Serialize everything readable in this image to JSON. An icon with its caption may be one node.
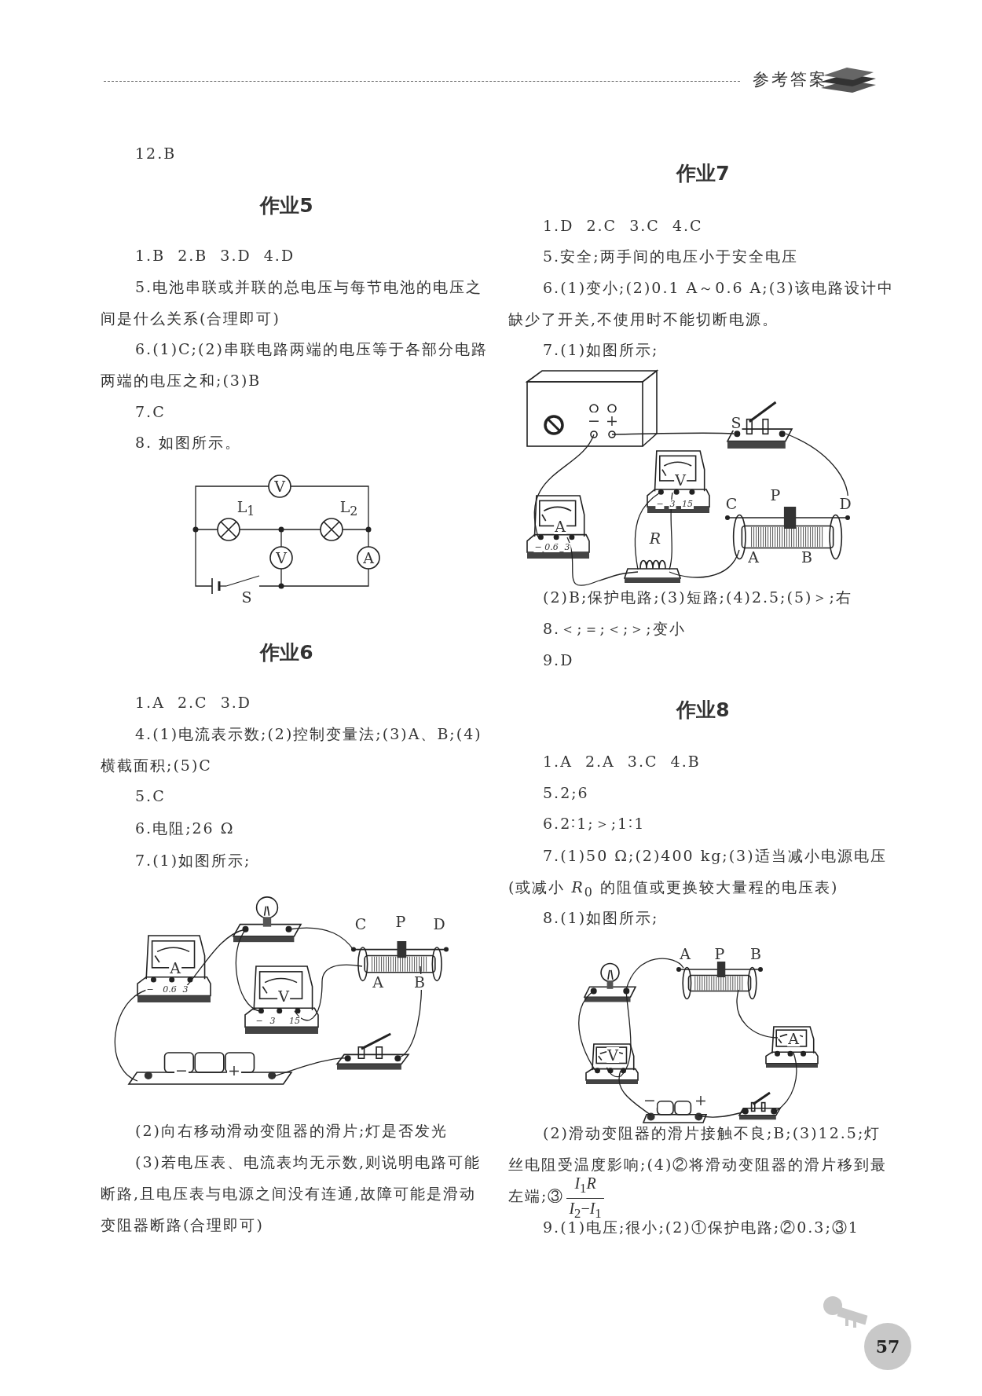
{
  "diagram": {
    "labels": [
      "参考答案",
      "12.B",
      "作业5",
      "1.B  2.B  3.D  4.D",
      "5.电池串联或并联的总电压与每节电池的电压之间是什么关系(合理即可)",
      "6.(1)C;(2)串联电路两端的电压等于各部分电路两端的电压之和;(3)B",
      "7.C",
      "8. 如图所示。",
      "V",
      "L$_{1}$",
      "L$_{2}$",
      "V",
      "A",
      "S",
      "作业6",
      "1.A  2.C  3.D",
      "4.(1)电流表示数;(2)控制变量法;(3)A、B;(4)横截面积;(5)C",
      "5.C",
      "6.电阻;26 Ω",
      "7.(1)如图所示;",
      "C",
      "P",
      "D",
      "A",
      "−",
      "0.6",
      "3",
      "V",
      "−",
      "3",
      "15",
      "A",
      "B",
      "−",
      "+",
      "(2)向右移动滑动变阻器的滑片;灯是否发光",
      "(3)若电压表、电流表均无示数,则说明电路可能断路,且电压表与电源之间没有连通,故障可能是滑动变阻器断路(合理即可)",
      "作业7",
      "1.D  2.C  3.C  4.C",
      "5.安全;两手间的电压小于安全电压",
      "6.(1)变小;(2)0.1 A～0.6 A;(3)该电路设计中缺少了开关,不使用时不能切断电源。",
      "7.(1)如图所示;",
      "−",
      "+",
      "S",
      "V",
      "−",
      "3",
      "15",
      "A",
      "−",
      "0.6",
      "3",
      "*R*",
      "C",
      "P",
      "D",
      "A",
      "B",
      "(2)B;保护电路;(3)短路;(4)2.5;(5)＞;右",
      "8.＜;＝;＜;＞;变小",
      "9.D",
      "作业8",
      "1.A  2.A  3.C  4.B",
      "5.2;6",
      "6.2∶1;＞;1∶1",
      "7.(1)50 Ω;(2)400 kg;(3)适当减小电源电压(或减小 *R*$_{0}$ 的阻值或更换较大量程的电压表)",
      "8.(1)如图所示;",
      "A",
      "P",
      "B",
      "V",
      "A",
      "−",
      "+",
      "(2)滑动变阻器的滑片接触不良;B;(3)12.5;灯丝电阻受温度影响;(4)②将滑动变阻器的滑片移到最左端;③",
      "*I*$_{1}$*R*",
      "*I*$_{2}$−*I*$_{1}$",
      "9.(1)电压;很小;(2)①保护电路;②0.3;③1",
      "57"
    ]
  }
}
